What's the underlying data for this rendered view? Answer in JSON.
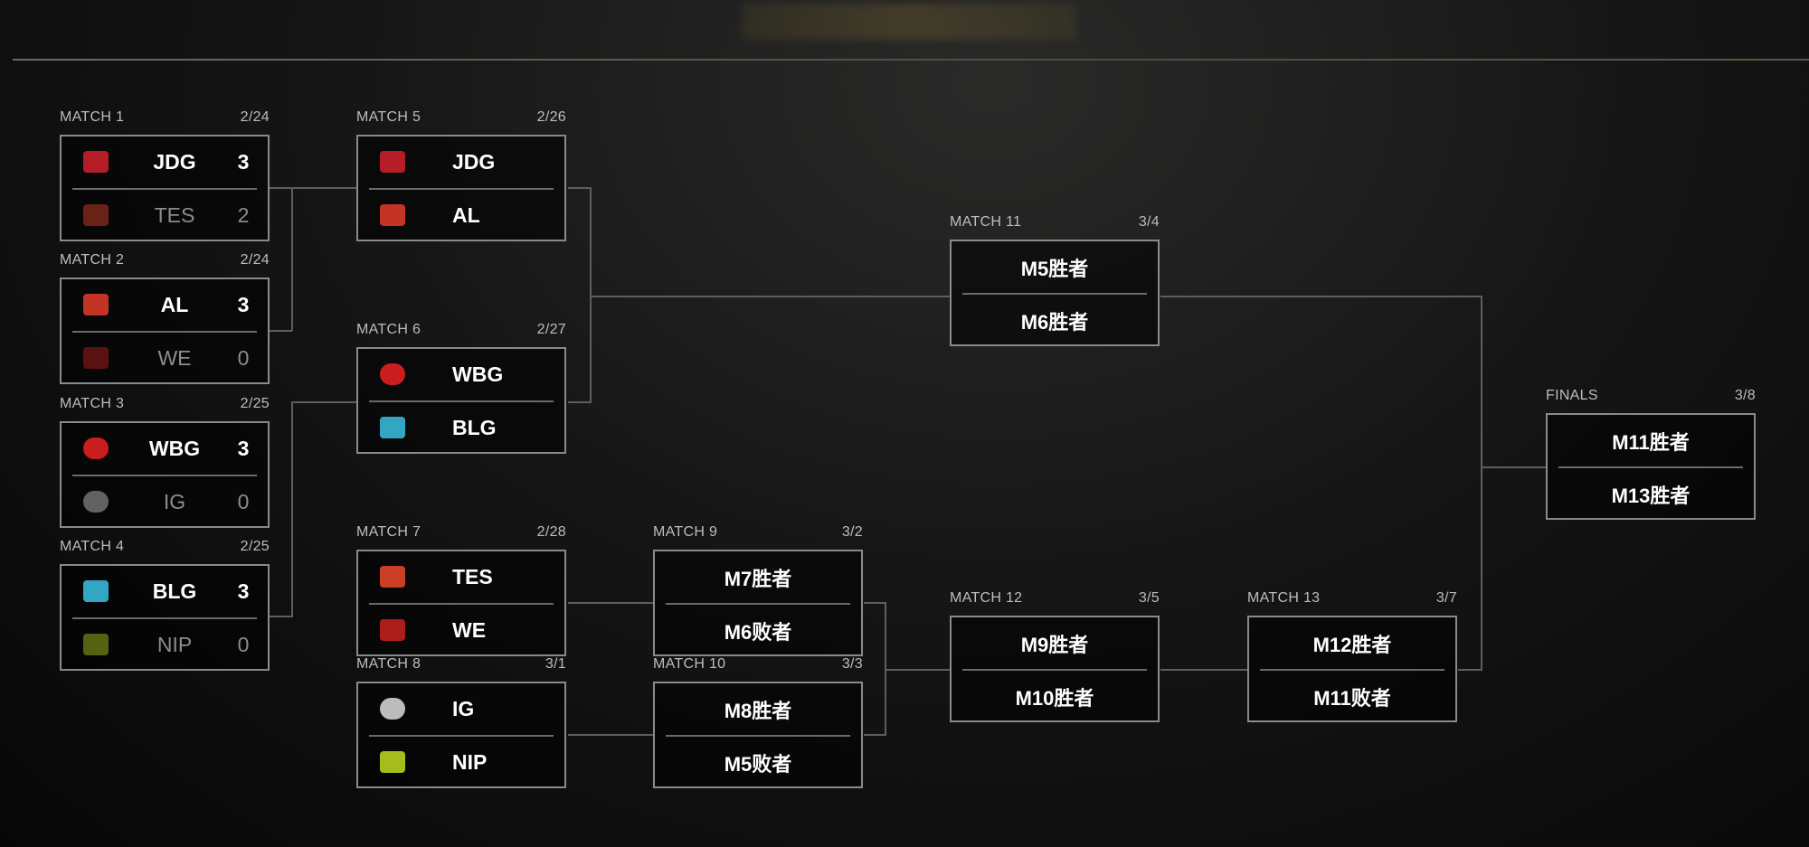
{
  "logo_colors": {
    "JDG": "#c8202a",
    "TES": "#e0452a",
    "AL": "#d8382a",
    "WE": "#c0201e",
    "WBG": "#e02020",
    "IG": "#d0d0d0",
    "BLG": "#38b8d8",
    "NIP": "#b8d020"
  },
  "logo_icons": {
    "JDG": "jdg-logo-icon",
    "TES": "tes-logo-icon",
    "AL": "al-logo-icon",
    "WE": "we-logo-icon",
    "WBG": "wbg-logo-icon",
    "IG": "ig-logo-icon",
    "BLG": "blg-logo-icon",
    "NIP": "nip-logo-icon"
  },
  "matches": [
    {
      "label": "MATCH 1",
      "date": "2/24",
      "rows": [
        {
          "team": "JDG",
          "score": "3",
          "win": true
        },
        {
          "team": "TES",
          "score": "2",
          "win": false
        }
      ]
    },
    {
      "label": "MATCH 2",
      "date": "2/24",
      "rows": [
        {
          "team": "AL",
          "score": "3",
          "win": true
        },
        {
          "team": "WE",
          "score": "0",
          "win": false
        }
      ]
    },
    {
      "label": "MATCH 3",
      "date": "2/25",
      "rows": [
        {
          "team": "WBG",
          "score": "3",
          "win": true
        },
        {
          "team": "IG",
          "score": "0",
          "win": false
        }
      ]
    },
    {
      "label": "MATCH 4",
      "date": "2/25",
      "rows": [
        {
          "team": "BLG",
          "score": "3",
          "win": true
        },
        {
          "team": "NIP",
          "score": "0",
          "win": false
        }
      ]
    },
    {
      "label": "MATCH 5",
      "date": "2/26",
      "rows": [
        {
          "team": "JDG",
          "win": true
        },
        {
          "team": "AL",
          "win": true
        }
      ]
    },
    {
      "label": "MATCH 6",
      "date": "2/27",
      "rows": [
        {
          "team": "WBG",
          "win": true
        },
        {
          "team": "BLG",
          "win": true
        }
      ]
    },
    {
      "label": "MATCH 7",
      "date": "2/28",
      "rows": [
        {
          "team": "TES",
          "win": true
        },
        {
          "team": "WE",
          "win": true
        }
      ]
    },
    {
      "label": "MATCH 8",
      "date": "3/1",
      "rows": [
        {
          "team": "IG",
          "win": true
        },
        {
          "team": "NIP",
          "win": true
        }
      ]
    },
    {
      "label": "MATCH 9",
      "date": "3/2",
      "rows": [
        {
          "text": "M7胜者"
        },
        {
          "text": "M6败者"
        }
      ]
    },
    {
      "label": "MATCH 10",
      "date": "3/3",
      "rows": [
        {
          "text": "M8胜者"
        },
        {
          "text": "M5败者"
        }
      ]
    },
    {
      "label": "MATCH 11",
      "date": "3/4",
      "rows": [
        {
          "text": "M5胜者"
        },
        {
          "text": "M6胜者"
        }
      ]
    },
    {
      "label": "MATCH 12",
      "date": "3/5",
      "rows": [
        {
          "text": "M9胜者"
        },
        {
          "text": "M10胜者"
        }
      ]
    },
    {
      "label": "MATCH 13",
      "date": "3/7",
      "rows": [
        {
          "text": "M12胜者"
        },
        {
          "text": "M11败者"
        }
      ]
    },
    {
      "label": "FINALS",
      "date": "3/8",
      "rows": [
        {
          "text": "M11胜者"
        },
        {
          "text": "M13胜者"
        }
      ]
    }
  ]
}
